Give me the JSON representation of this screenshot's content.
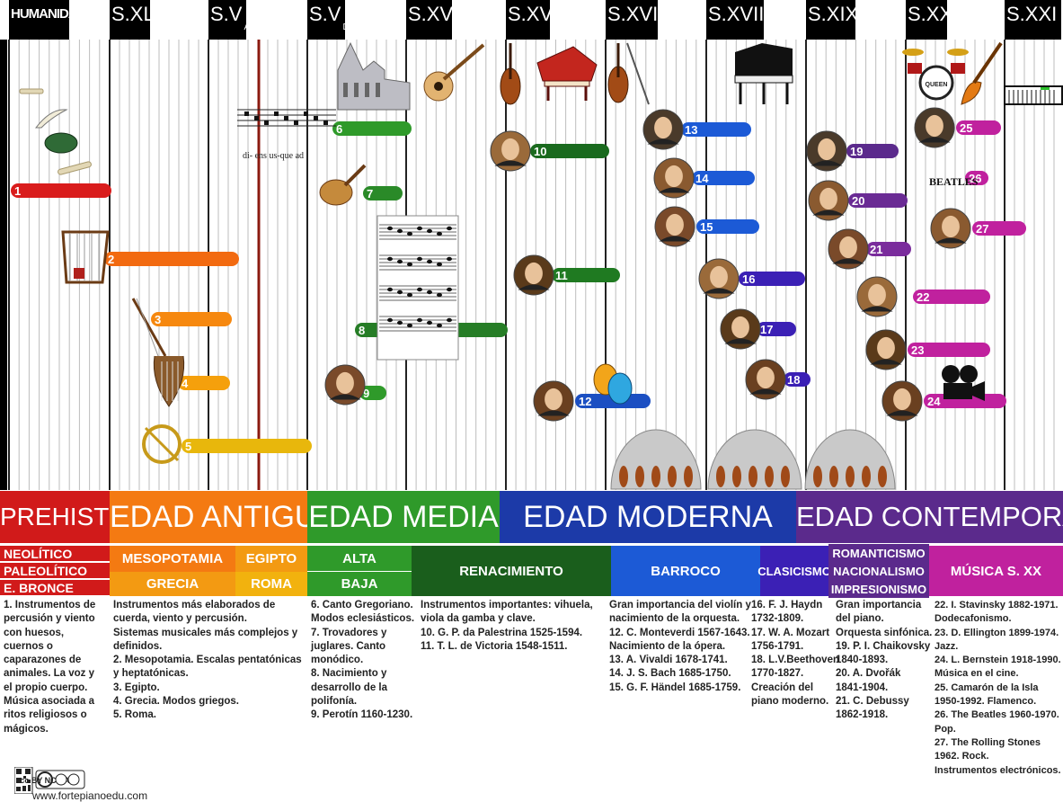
{
  "header": {
    "centuries": [
      {
        "label": "HUMANIDAD",
        "suffix": ""
      },
      {
        "label": "S.XL",
        "suffix": ""
      },
      {
        "label": "S.V",
        "suffix": "A.C."
      },
      {
        "label": "S.V",
        "suffix": "D.C."
      },
      {
        "label": "S.XV",
        "suffix": ""
      },
      {
        "label": "S.XVI",
        "suffix": ""
      },
      {
        "label": "S.XVII",
        "suffix": ""
      },
      {
        "label": "S.XVIII",
        "suffix": ""
      },
      {
        "label": "S.XIX",
        "suffix": ""
      },
      {
        "label": "S.XX",
        "suffix": ""
      },
      {
        "label": "S.XXI",
        "suffix": ""
      }
    ]
  },
  "timeline": {
    "bars": [
      {
        "num": "1",
        "color": "#d91c1c"
      },
      {
        "num": "2",
        "color": "#f26a10"
      },
      {
        "num": "3",
        "color": "#f6880f"
      },
      {
        "num": "4",
        "color": "#f5a00c"
      },
      {
        "num": "5",
        "color": "#e8b70c"
      },
      {
        "num": "6",
        "color": "#2f9a2a"
      },
      {
        "num": "7",
        "color": "#2a8a28"
      },
      {
        "num": "8",
        "color": "#267d26"
      },
      {
        "num": "9",
        "color": "#2f9a2a"
      },
      {
        "num": "10",
        "color": "#1a6a1e"
      },
      {
        "num": "11",
        "color": "#1f7a21"
      },
      {
        "num": "12",
        "color": "#1b4fc2"
      },
      {
        "num": "13",
        "color": "#1c5ad6"
      },
      {
        "num": "14",
        "color": "#1c5ad6"
      },
      {
        "num": "15",
        "color": "#1c5ad6"
      },
      {
        "num": "16",
        "color": "#3b20b5"
      },
      {
        "num": "17",
        "color": "#3b20b5"
      },
      {
        "num": "18",
        "color": "#3b20b5"
      },
      {
        "num": "19",
        "color": "#5b2a8c"
      },
      {
        "num": "20",
        "color": "#6a2b94"
      },
      {
        "num": "21",
        "color": "#7a2c9c"
      },
      {
        "num": "22",
        "color": "#c0219e"
      },
      {
        "num": "23",
        "color": "#c0219e"
      },
      {
        "num": "24",
        "color": "#c0219e"
      },
      {
        "num": "25",
        "color": "#c0219e"
      },
      {
        "num": "26",
        "color": "#c0219e"
      },
      {
        "num": "27",
        "color": "#c0219e"
      }
    ],
    "icons": [
      "bone-icon",
      "horn-icon",
      "shell-icon",
      "bone-flute-icon",
      "harp-icon",
      "bow-icon",
      "lyre-icon",
      "trumpet-icon",
      "gregorian-score-icon",
      "cathedral-icon",
      "lute-icon",
      "polyphony-score-icon",
      "guitar-icon",
      "viol-icon",
      "harpsichord-icon",
      "violin-icon",
      "grand-piano-icon",
      "theatre-masks-icon",
      "orchestra-icon",
      "drum-kit-icon",
      "electric-guitar-icon",
      "keyboard-icon",
      "film-camera-icon",
      "beatles-logo-icon"
    ],
    "portraits": [
      "perotin-portrait",
      "palestrina-portrait",
      "victoria-portrait",
      "monteverdi-portrait",
      "vivaldi-portrait",
      "bach-portrait",
      "handel-portrait",
      "haydn-portrait",
      "mozart-portrait",
      "beethoven-portrait",
      "tchaikovsky-portrait",
      "dvorak-portrait",
      "debussy-portrait",
      "stravinsky-portrait",
      "ellington-portrait",
      "bernstein-portrait",
      "camaron-portrait",
      "rolling-stones-portrait"
    ],
    "score_lyrics": "di-  ens  us-que  ad",
    "beatles_text": "BEATLES",
    "queen_text": "QUEEN"
  },
  "eras": [
    {
      "label": "PREHISTORIA",
      "color": "#d11a1a"
    },
    {
      "label": "EDAD ANTIGUA",
      "color": "#f47a12"
    },
    {
      "label": "EDAD MEDIA",
      "color": "#2f9a2a"
    },
    {
      "label": "EDAD MODERNA",
      "color": "#1c3aa8"
    },
    {
      "label": "EDAD CONTEMPORÁNEA",
      "color": "#5b2a8c"
    }
  ],
  "sub_eras": [
    {
      "label": "NEOLÍTICO",
      "color": "#d11a1a"
    },
    {
      "label": "PALEOLÍTICO",
      "color": "#d11a1a"
    },
    {
      "label": "E. BRONCE",
      "color": "#d11a1a"
    },
    {
      "label": "MESOPOTAMIA",
      "color": "#f47a12"
    },
    {
      "label": "EGIPTO",
      "color": "#f39a12"
    },
    {
      "label": "GRECIA",
      "color": "#f39a12"
    },
    {
      "label": "ROMA",
      "color": "#f2b20e"
    },
    {
      "label": "ALTA",
      "color": "#2f9a2a"
    },
    {
      "label": "BAJA",
      "color": "#2f9a2a"
    },
    {
      "label": "RENACIMIENTO",
      "color": "#1a5e1c"
    },
    {
      "label": "BARROCO",
      "color": "#1c5ad6"
    },
    {
      "label": "CLASICISMO",
      "color": "#3b20b5"
    },
    {
      "label": "ROMANTICISMO",
      "color": "#5b2a8c"
    },
    {
      "label": "NACIONALISMO",
      "color": "#5b2a8c"
    },
    {
      "label": "IMPRESIONISMO",
      "color": "#5b2a8c"
    },
    {
      "label": "MÚSICA S. XX",
      "color": "#c0219e"
    }
  ],
  "notes": [
    "1. Instrumentos de\npercusión y viento\ncon huesos,\ncuernos o\ncaparazones de\nanimales. La voz y\nel propio cuerpo.\nMúsica asociada a\nritos religiosos o\nmágicos.",
    "Instrumentos más elaborados de\ncuerda, viento y percusión.\nSistemas musicales más complejos y\ndefinidos.\n2. Mesopotamia. Escalas pentatónicas\ny heptatónicas.\n3. Egipto.\n4. Grecia. Modos griegos.\n5. Roma.",
    "6. Canto Gregoriano.\nModos eclesiásticos.\n7. Trovadores y\njuglares. Canto\nmonódico.\n8. Nacimiento y\ndesarrollo de la\npolifonía.\n9. Perotín 1160-1230.",
    "Instrumentos importantes: vihuela,\nviola da gamba y clave.\n10. G. P. da Palestrina 1525-1594.\n11. T. L. de Victoria 1548-1511.",
    "Gran importancia del violín y\nnacimiento de la orquesta.\n12. C. Monteverdi 1567-1643.\nNacimiento de la ópera.\n13. A. Vivaldi 1678-1741.\n14. J. S. Bach 1685-1750.\n15. G. F. Händel 1685-1759.",
    "16. F. J. Haydn\n1732-1809.\n17. W. A. Mozart\n1756-1791.\n18. L.V.Beethoven\n1770-1827.\nCreación del\npiano moderno.",
    "Gran importancia\ndel piano.\nOrquesta sinfónica.\n19. P. I. Chaikovsky\n1840-1893.\n20. A. Dvořák\n1841-1904.\n21. C. Debussy\n1862-1918.",
    "22. I. Stavinsky 1882-1971.\nDodecafonismo.\n23. D. Ellington 1899-1974.\nJazz.\n24. L. Bernstein 1918-1990.\nMúsica en el cine.\n25. Camarón de la Isla\n1950-1992. Flamenco.\n26. The Beatles 1960-1970.\nPop.\n27. The Rolling Stones\n1962. Rock.\nInstrumentos electrónicos."
  ],
  "footer": {
    "license": "cc BY NC SA",
    "url": "www.fortepianoedu.com"
  }
}
